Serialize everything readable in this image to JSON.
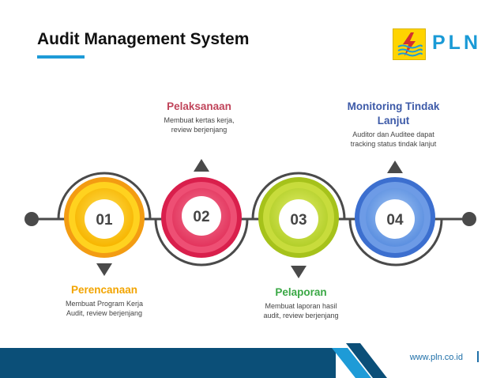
{
  "header": {
    "title": "Audit Management System",
    "logo_text": "PLN"
  },
  "steps": [
    {
      "number": "01",
      "title": "Perencanaan",
      "desc_lines": [
        "Membuat Program Kerja",
        "Audit, review berjenjang"
      ],
      "color": "#f2a400"
    },
    {
      "number": "02",
      "title": "Pelaksanaan",
      "desc_lines": [
        "Membuat kertas kerja,",
        "review berjenjang"
      ],
      "color": "#c0445a"
    },
    {
      "number": "03",
      "title": "Pelaporan",
      "desc_lines": [
        "Membuat laporan hasil",
        "audit, review berjenjang"
      ],
      "color": "#3aa845"
    },
    {
      "number": "04",
      "title_lines": [
        "Monitoring Tindak",
        "Lanjut"
      ],
      "desc_lines": [
        "Auditor dan Auditee dapat",
        "tracking status tindak lanjut"
      ],
      "color": "#3d5aa8"
    }
  ],
  "footer": {
    "url": "www.pln.co.id"
  },
  "colors": {
    "accent_blue": "#1e9bd7",
    "logo_yellow": "#ffd400",
    "footer_dark": "#0b4f78"
  }
}
